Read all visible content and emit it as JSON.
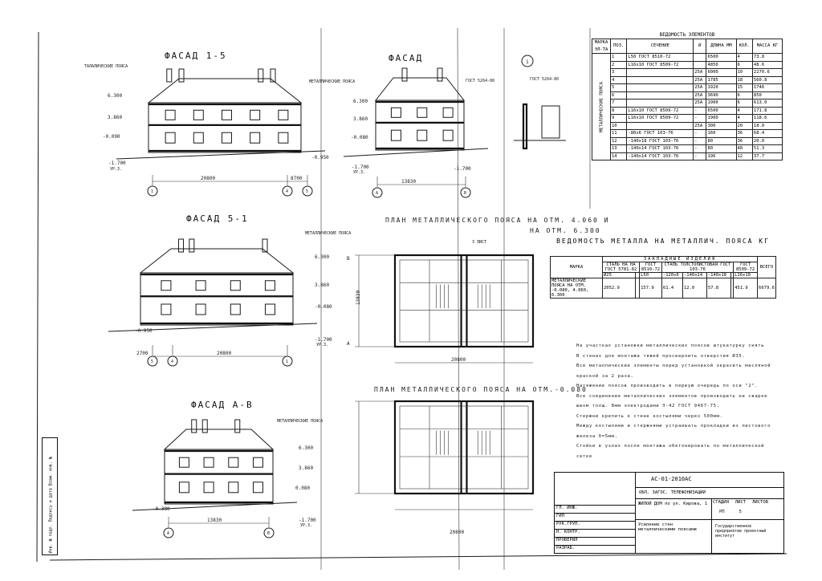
{
  "facades": [
    {
      "title": "ФАСАД  1-5",
      "label": "ТАЛАЛИЧЕСКИЕ ПОЯСА",
      "label2": "МЕТАЛЛИЧЕСКИЕ ПОЯСА",
      "levels": [
        "6.300",
        "3.860",
        "-0.090",
        "-1.700"
      ],
      "level_note": "УР.З.",
      "dims": [
        "20800",
        "8700"
      ],
      "axes": [
        "1",
        "4",
        "5"
      ],
      "right_level": "-0.950"
    },
    {
      "title": "ФАСАД  5-1",
      "label": "МЕТАЛЛИЧЕСКИЕ ПОЯСА",
      "levels": [
        "6.300",
        "3.860",
        "-0.080",
        "-1.700"
      ],
      "level_note": "УР.З.",
      "left_level": "-0.950",
      "dims": [
        "2700",
        "20800"
      ],
      "axes": [
        "5",
        "4",
        "1"
      ]
    },
    {
      "title": "ФАСАД  А-В",
      "label": "МЕТАЛЛИЧЕСКИЕ ПОЯСА",
      "levels": [
        "6.300",
        "3.860",
        "0.080",
        "-0.380",
        "-1.700"
      ],
      "level_note": "УР.З.",
      "dims": [
        "13830"
      ],
      "axes": [
        "А",
        "В"
      ]
    },
    {
      "title": "ФАСАД",
      "label": "ГОСТ 5264-80",
      "levels": [
        "6.300",
        "3.860",
        "-0.080",
        "-1.700"
      ],
      "level_note": "УР.З.",
      "dims": [
        "13830"
      ],
      "axes": [
        "А",
        "В"
      ],
      "right_level": "-1.700"
    }
  ],
  "plans": [
    {
      "title": "ПЛАН МЕТАЛЛИЧЕСКОГО ПОЯСА НА ОТМ. 4.060 И",
      "title2": "НА ОТМ. 6.300",
      "side_dim": "13830",
      "axes": [
        "В",
        "А"
      ],
      "bottom_dim": "20800",
      "callout": "3 ЛИСТ"
    },
    {
      "title": "ПЛАН МЕТАЛЛИЧЕСКОГО ПОЯСА НА ОТМ.-0.080",
      "bottom_dim": "20800"
    }
  ],
  "spec_table": {
    "title": "ВЕДОМОСТЬ ЭЛЕМЕНТОВ",
    "headers": [
      "МАРКА ЭЛ-ТА",
      "ПОЗ.",
      "СЕЧЕНИЕ",
      "Ø",
      "ДЛИНА ММ",
      "КОЛ.",
      "МАССА КГ"
    ],
    "group": "МЕТАЛЛИЧЕСКИЕ ПОЯСА",
    "rows": [
      [
        "1",
        "L50 ГОСТ 8510-72",
        "",
        "6500",
        "4",
        "73.8"
      ],
      [
        "2",
        "L16x10 ГОСТ 8509-72",
        "",
        "4850",
        "6",
        "48.6"
      ],
      [
        "3",
        "",
        "25А",
        "6000",
        "10",
        "2270.6"
      ],
      [
        "4",
        "",
        "25А",
        "1785",
        "18",
        "560.8"
      ],
      [
        "5",
        "",
        "25А",
        "1920",
        "15",
        "1746"
      ],
      [
        "6",
        "",
        "25А",
        "3690",
        "6",
        "850"
      ],
      [
        "7",
        "",
        "25А",
        "1900",
        "6",
        "613.0"
      ],
      [
        "8",
        "L16x10 ГОСТ 8509-72",
        "-",
        "6500",
        "4",
        "171.8"
      ],
      [
        "9",
        "L16x10 ГОСТ 8509-72",
        "-",
        "1900",
        "4",
        "118.6"
      ],
      [
        "10",
        "",
        "25А",
        "300",
        "20",
        "18.0"
      ],
      [
        "11",
        "-80x6 ГОСТ 103-76",
        "-",
        "160",
        "36",
        "68.4"
      ],
      [
        "12",
        "-140x18 ГОСТ 103-76",
        "-",
        "80",
        "36",
        "20.0"
      ],
      [
        "13",
        "-140x14 ГОСТ 103-76",
        "-",
        "80",
        "48",
        "51.3"
      ],
      [
        "14",
        "-140x14 ГОСТ 103-76",
        "-",
        "196",
        "12",
        "37.7"
      ]
    ]
  },
  "metal_table": {
    "title": "ВЕДОМОСТЬ МЕТАЛЛА НА МЕТАЛЛИЧ. ПОЯСА КГ",
    "header_mark": "МАРКА",
    "header_group": "ЗАКЛАДНЫЕ ИЗДЕЛИЯ",
    "col_headers": [
      "СТАЛЬ НА НА ГОСТ 5781-82",
      "ГОСТ 8510-72",
      "СТАЛЬ ТОЛСТОЛИСТОВАЯ ГОСТ 103-76",
      "ГОСТ 8509-72",
      "ВСЕГО"
    ],
    "sub_headers": [
      "Ø25",
      "",
      "L50",
      "-120x6",
      "-140x14",
      "-140x18",
      "",
      "L16x10"
    ],
    "row_label": "МЕТАЛЛИЧЕСКИЕ ПОЯСА НА ОТМ. -0.080, 4.060, 6.300",
    "row_values": [
      "2052.9",
      "",
      "157.9",
      "61.4",
      "12.0",
      "57.8",
      "",
      "451.9",
      "6679.6"
    ]
  },
  "notes": [
    "На участках установки металлических поясов штукатурку снять",
    "В стенах для монтажа тяжей просверлить отверстия Ø35.",
    "Все металлические элементы перед установкой окрасить масляной краской за 2 раза.",
    "Натяжение поясов производить в первую очередь по оси \"2\".",
    "Все соединения металлических элементов производить на сварке швом толщ. 8мм электродами Э-42 ГОСТ 9467-75.",
    "Стержни крепить к стене костылями через 500мм.",
    "Между костылями и стержнями устраивать прокладки из листового железа δ=5мм.",
    "Стойки в узлах после монтажа обетонировать по металлической сетке"
  ],
  "title_block": {
    "doc_code": "АС-01-2010АС",
    "org": "ОБЛ. ЗАГОС. ТЕЛЕФОНИЗАЦИИ",
    "object": "ЖИЛОЙ ДОМ по ул. Кирова, 1",
    "sheet_title": "Усиление стен металлическими поясами",
    "stage_head": [
      "СТАДИЯ",
      "ЛИСТ",
      "ЛИСТОВ"
    ],
    "stage": [
      "РП",
      "5",
      ""
    ],
    "company": "Государственное предприятие проектный институт",
    "roles": [
      "ГЛ. ИНЖ.",
      "ГИП",
      "РУК.ГРУП.",
      "Н. КОНТР.",
      "ПРОВЕРИЛ",
      "РАЗРАБ."
    ]
  },
  "side_stamp": "Инв. № подл.  Подпись и дата  Взам. инв. №",
  "node": {
    "label": "ГОСТ 5264-80",
    "marker": "1"
  }
}
